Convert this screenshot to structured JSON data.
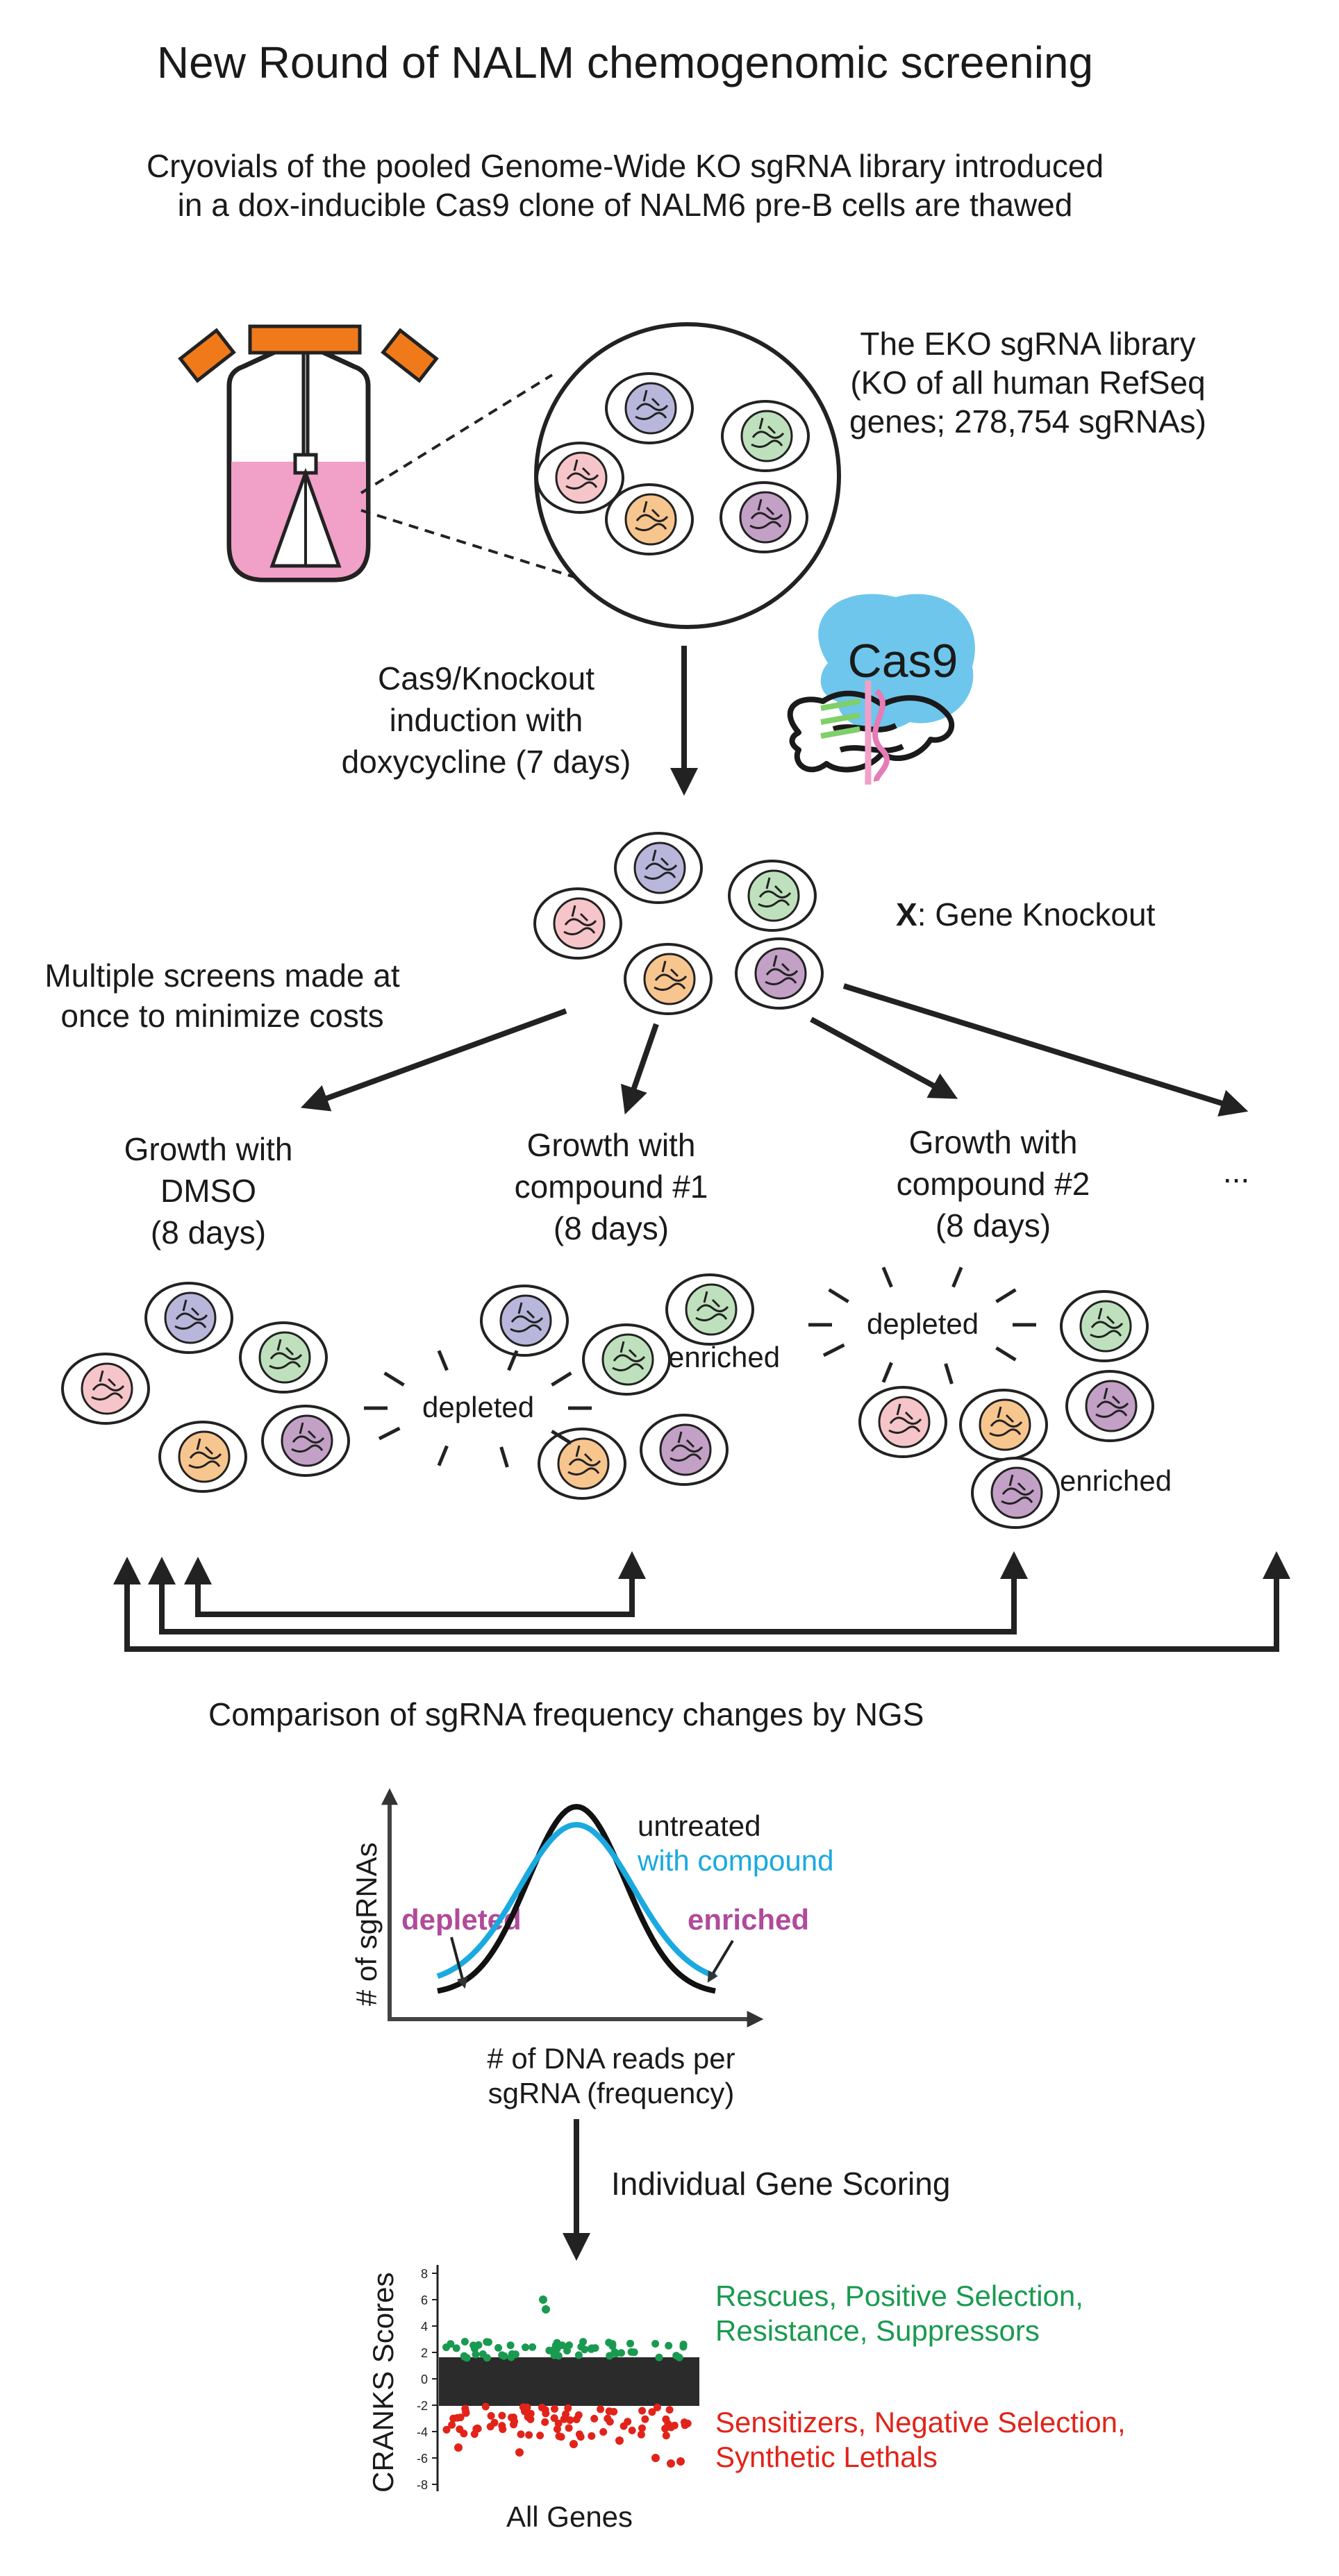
{
  "title": "New Round of NALM chemogenomic screening",
  "intro": {
    "line1": "Cryovials of the pooled Genome-Wide KO sgRNA library introduced",
    "line2": "in a dox-inducible Cas9 clone of NALM6 pre-B cells are thawed"
  },
  "library": {
    "line1": "The EKO sgRNA library",
    "line2": "(KO of all human RefSeq",
    "line3": "genes; 278,754 sgRNAs)"
  },
  "induction": {
    "line1": "Cas9/Knockout",
    "line2": "induction with",
    "line3": "doxycycline (7 days)"
  },
  "cas9_label": "Cas9",
  "knockout_legend": {
    "symbol": "X",
    "text": ": Gene Knockout"
  },
  "multiple": {
    "line1": "Multiple screens made at",
    "line2": "once to minimize costs"
  },
  "conditions": [
    {
      "line1": "Growth with",
      "line2": "DMSO",
      "line3": "(8 days)"
    },
    {
      "line1": "Growth with",
      "line2": "compound #1",
      "line3": "(8 days)"
    },
    {
      "line1": "Growth with",
      "line2": "compound #2",
      "line3": "(8 days)"
    },
    {
      "line1": "..."
    }
  ],
  "labels": {
    "depleted": "depleted",
    "enriched": "enriched"
  },
  "comparison": "Comparison of sgRNA frequency changes by NGS",
  "distribution": {
    "ylabel": "# of sgRNAs",
    "xlabel_line1": "# of DNA reads per",
    "xlabel_line2": "sgRNA (frequency)",
    "legend_untreated": "untreated",
    "legend_compound": "with compound",
    "depleted": "depleted",
    "enriched": "enriched"
  },
  "scoring": "Individual Gene Scoring",
  "cranks": {
    "ylabel": "CRANKS Scores",
    "xlabel": "All Genes",
    "ticks": [
      "8",
      "6",
      "4",
      "2",
      "0",
      "-2",
      "-4",
      "-6",
      "-8"
    ],
    "positive_line1": "Rescues, Positive Selection,",
    "positive_line2": "Resistance, Suppressors",
    "negative_line1": "Sensitizers, Negative Selection,",
    "negative_line2": "Synthetic Lethals"
  },
  "colors": {
    "flask_orange": "#f07a1a",
    "media_pink": "#f1a0c8",
    "cas9_blue": "#6ec6ec",
    "curve_cyan": "#1aa9e0",
    "enriched_purple": "#b04a9c",
    "score_green": "#1a9a50",
    "score_red": "#e2231a",
    "cell_blue": "#b9b6dc",
    "cell_green": "#bfe0bc",
    "cell_pink": "#f6c5c9",
    "cell_orange": "#f7c58e",
    "cell_purple": "#c3a0c6"
  }
}
